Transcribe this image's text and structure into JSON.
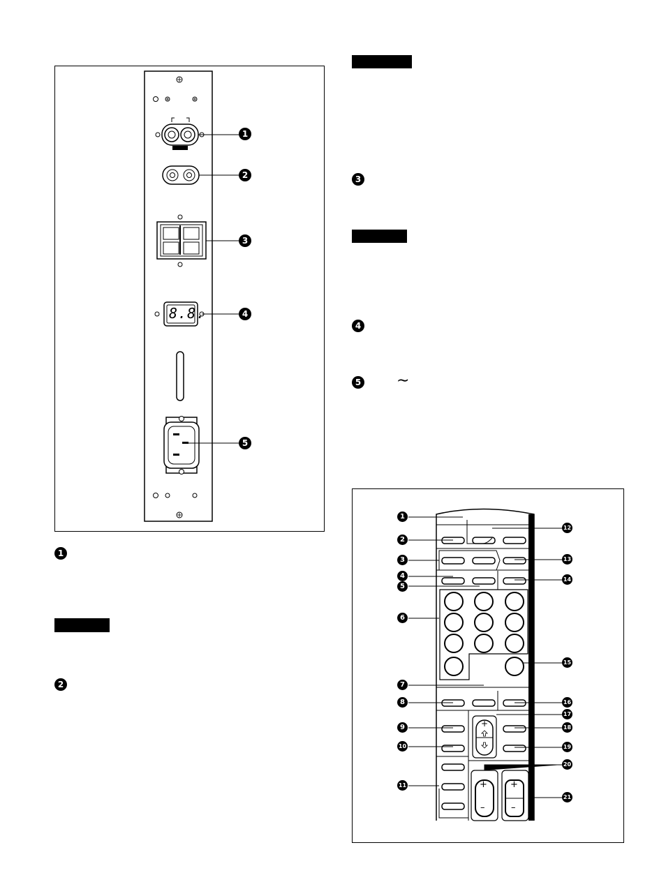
{
  "rear_panel": {
    "callouts": [
      "1",
      "2",
      "3",
      "4",
      "5"
    ],
    "display_readout": "8.8."
  },
  "right_column": {
    "items": [
      {
        "num": "3"
      },
      {
        "num": "4"
      },
      {
        "num": "5",
        "symbol": "∼"
      }
    ]
  },
  "left_column": {
    "items": [
      {
        "num": "1"
      },
      {
        "num": "2"
      }
    ]
  },
  "remote": {
    "left_callouts": [
      "1",
      "2",
      "3",
      "4",
      "5",
      "6",
      "7",
      "8",
      "9",
      "10",
      "11"
    ],
    "right_callouts": [
      "12",
      "13",
      "14",
      "15",
      "16",
      "17",
      "18",
      "19",
      "20",
      "21"
    ],
    "volume_plus": "+",
    "volume_minus": "–"
  }
}
